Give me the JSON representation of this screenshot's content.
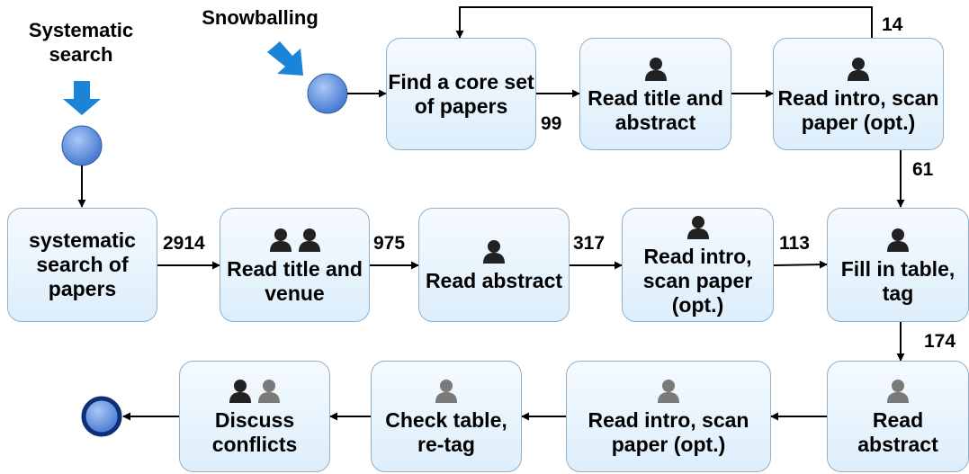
{
  "inputs": {
    "systematic": "Systematic search",
    "snowballing": "Snowballing"
  },
  "boxes": {
    "find_core": "Find a core set of papers",
    "snow_read_title_abstract": "Read title and abstract",
    "snow_read_intro": "Read intro, scan paper (opt.)",
    "systematic_search": "systematic search of papers",
    "read_title_venue": "Read title and venue",
    "read_abstract": "Read abstract",
    "read_intro_scan": "Read intro, scan paper (opt.)",
    "fill_table": "Fill in table, tag",
    "second_read_abstract": "Read abstract",
    "second_read_intro": "Read intro, scan paper (opt.)",
    "check_table": "Check table, re-tag",
    "discuss_conflicts": "Discuss conflicts"
  },
  "counts": {
    "core_to_title": "99",
    "loop_back": "14",
    "snow_to_fill": "61",
    "search_to_venue": "2914",
    "venue_to_abstract": "975",
    "abstract_to_intro": "317",
    "intro_to_fill": "113",
    "fill_to_abstract": "174"
  },
  "colors": {
    "input_arrow": "#1a84d8",
    "node": "#5b8fe0",
    "box_border": "#8fb0c9",
    "reviewer_dark": "#222222",
    "reviewer_grey": "#7a7a7a"
  }
}
